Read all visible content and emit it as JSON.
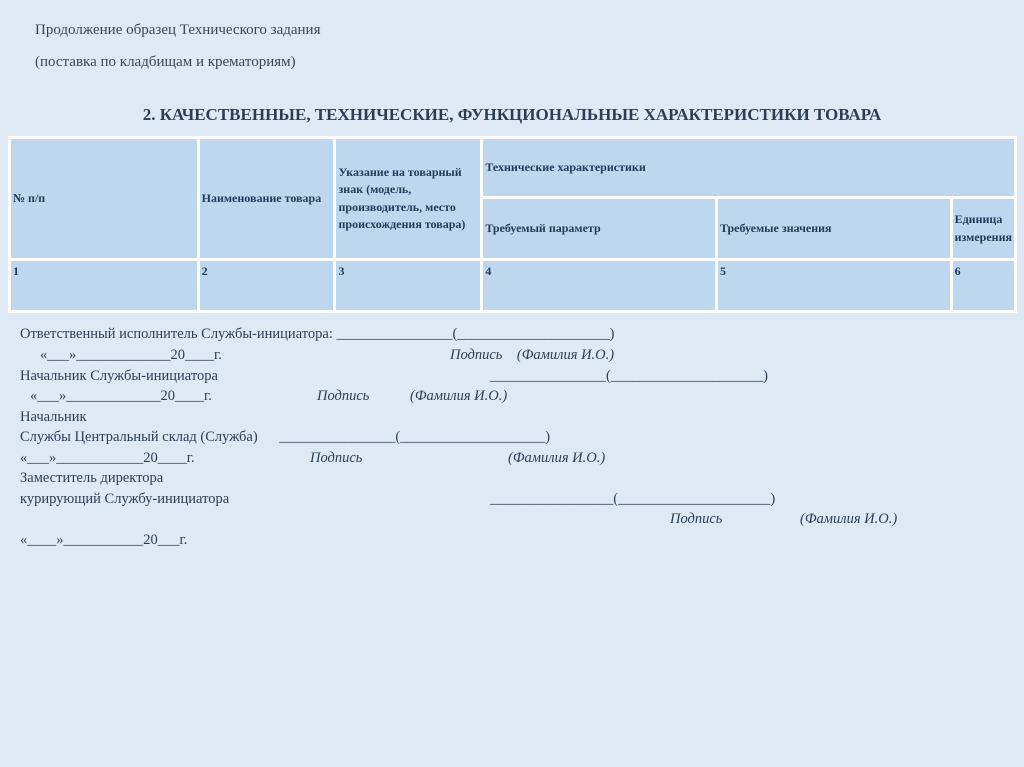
{
  "header": {
    "line1": "Продолжение образец Технического задания",
    "line2": "(поставка по кладбищам и крематориям)",
    "title": "2. КАЧЕСТВЕННЫЕ, ТЕХНИЧЕСКИЕ, ФУНКЦИОНАЛЬНЫЕ ХАРАКТЕРИСТИКИ ТОВАРА"
  },
  "table": {
    "headers": {
      "num": "№ п/п",
      "name": "Наименование товара",
      "trademark": "Указание на товарный знак (модель, производитель, место происхождения товара)",
      "tech": "Технические характеристики",
      "param": "Требуемый параметр",
      "values": "Требуемые значения",
      "unit": "Единица измерения"
    },
    "row": [
      "1",
      "2",
      "3",
      "4",
      "5",
      "6"
    ]
  },
  "signatures": {
    "s1_label": "Ответственный исполнитель Службы-инициатора: ________________(_____________________)",
    "s1_date": "«___»_____________20____г.",
    "s1_sign": "Подпись    (Фамилия И.О.)",
    "s2_label": "Начальник Службы-инициатора",
    "s2_line": "________________(_____________________)",
    "s2_date": "«___»_____________20____г.",
    "s2_sign": "Подпись",
    "s2_name": "(Фамилия И.О.)",
    "s3_label1": "Начальник",
    "s3_label2": "Службы Центральный склад (Служба)      ________________(____________________)",
    "s3_date": "«___»____________20____г.",
    "s3_sign": "Подпись",
    "s3_name": "(Фамилия И.О.)",
    "s4_label1": "Заместитель директора",
    "s4_label2": "курирующий Службу-инициатора",
    "s4_line": "_________________(_____________________)",
    "s4_sign": "Подпись",
    "s4_name": "(Фамилия И.О.)",
    "s4_date": "«____»___________20___г."
  }
}
